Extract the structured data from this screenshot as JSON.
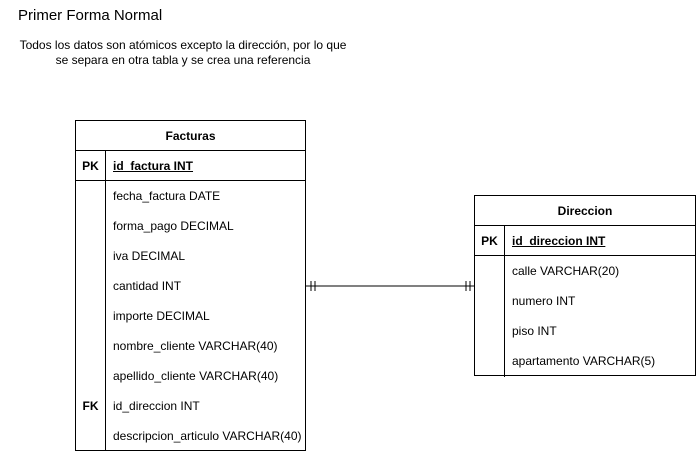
{
  "title": "Primer Forma Normal",
  "description": [
    "Todos los datos son atómicos excepto la dirección, por lo que",
    "se separa en otra tabla y se crea una referencia"
  ],
  "facturas": {
    "name": "Facturas",
    "pk_label": "PK",
    "pk_field": "id_factura INT",
    "fields": [
      "fecha_factura DATE",
      "forma_pago DECIMAL",
      "iva DECIMAL",
      "cantidad INT",
      "importe DECIMAL",
      "nombre_cliente VARCHAR(40)",
      "apellido_cliente VARCHAR(40)",
      "id_direccion INT",
      "descripcion_articulo VARCHAR(40)"
    ],
    "fk_label": "FK"
  },
  "direccion": {
    "name": "Direccion",
    "pk_label": "PK",
    "pk_field": "id_direccion INT",
    "fields": [
      "calle VARCHAR(20)",
      "numero INT",
      "piso INT",
      "apartamento VARCHAR(5)"
    ]
  },
  "relationship": {
    "from_entity": "Facturas",
    "to_entity": "Direccion",
    "from_cardinality": "one-and-only-one",
    "to_cardinality": "one-and-only-one"
  }
}
